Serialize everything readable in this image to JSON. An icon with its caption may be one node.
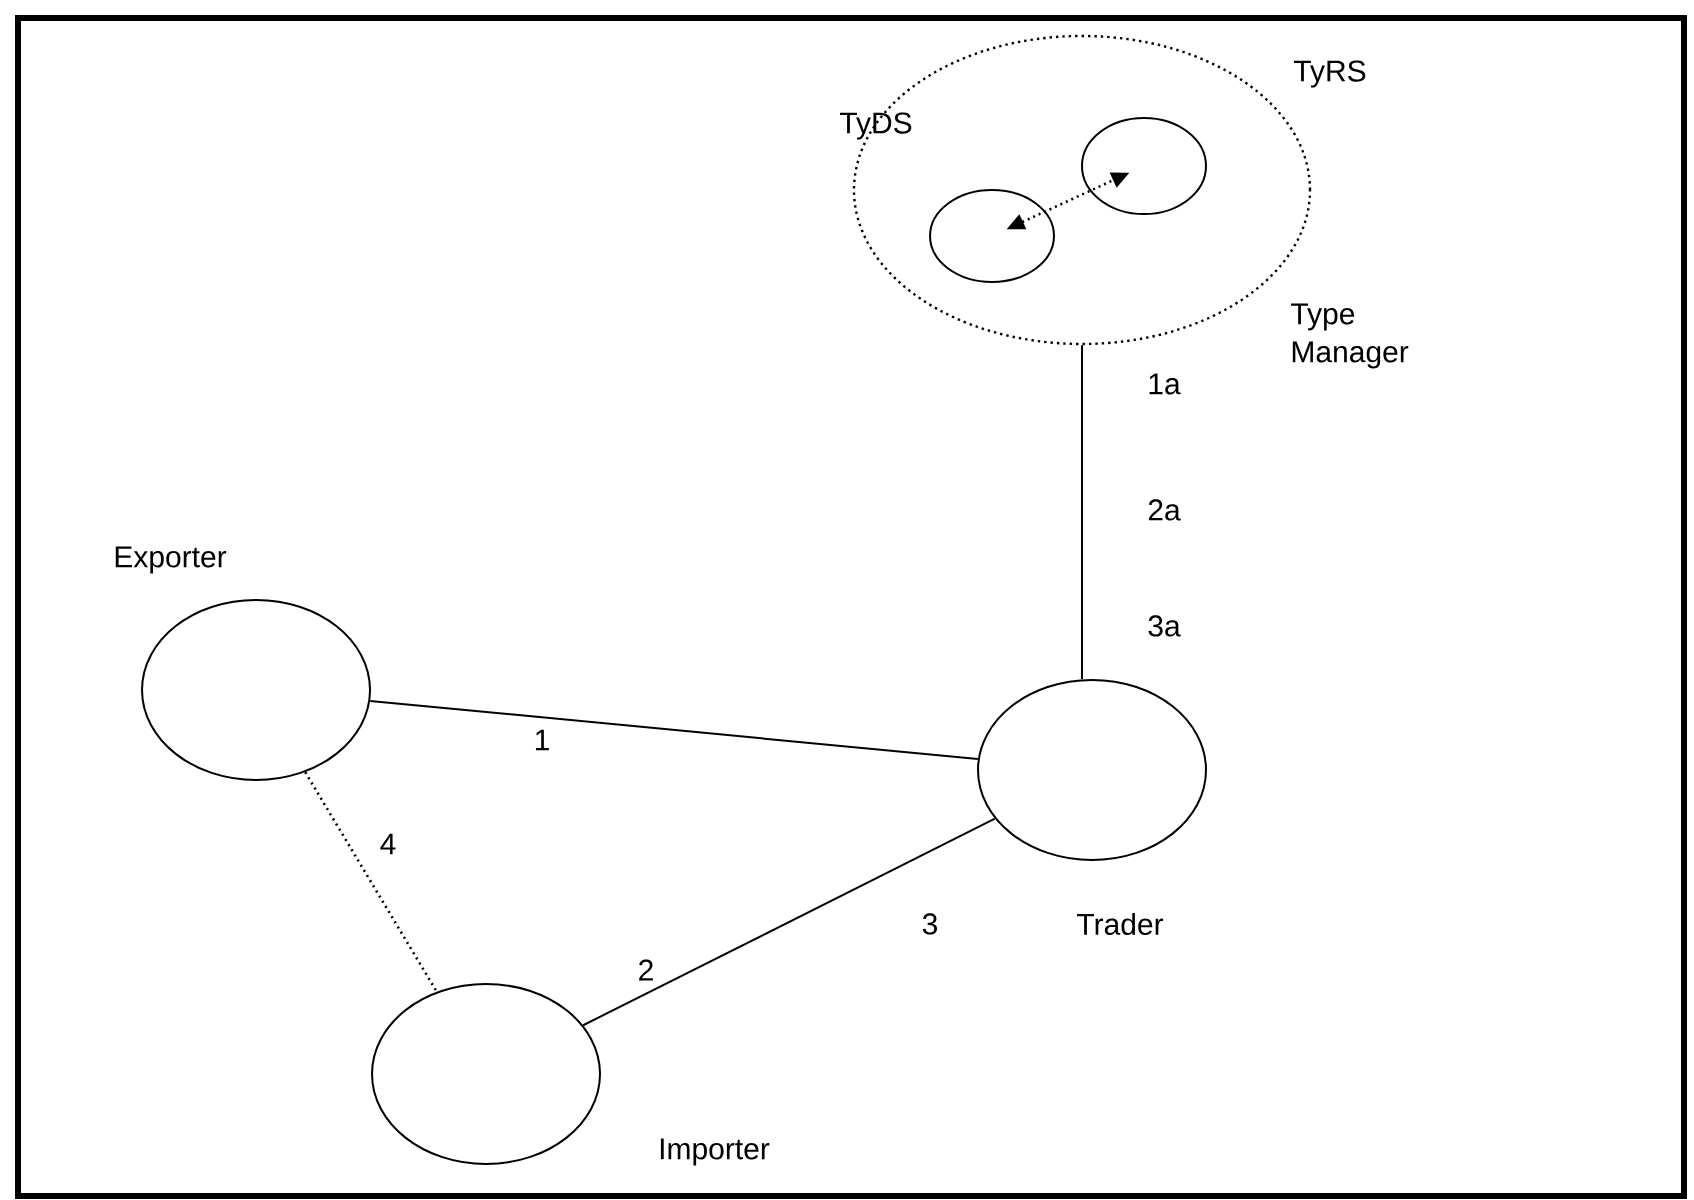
{
  "diagram": {
    "nodes": [
      {
        "text": [
          "Type Manager"
        ]
      },
      {
        "text": [
          "TyDS"
        ],
        "in": 0
      },
      {
        "text": [
          "TyRS"
        ],
        "in": 0
      },
      {
        "text": [
          "Exporter"
        ]
      },
      {
        "text": [
          "Trader"
        ]
      },
      {
        "text": [
          "Importer"
        ]
      }
    ],
    "edges": [
      {
        "from": 1,
        "to": 2,
        "arrow": "both",
        "style": "dashed"
      },
      {
        "from": 0,
        "to": 4,
        "arrow": "none"
      },
      {
        "from": 3,
        "to": 4,
        "arrow": "none",
        "label": "1"
      },
      {
        "from": 5,
        "to": 4,
        "arrow": "none"
      },
      {
        "from": 3,
        "to": 5,
        "arrow": "none",
        "label": "4",
        "style": "dashed"
      }
    ],
    "labels": [
      "1a",
      "2a",
      "3a",
      "2",
      "3"
    ]
  }
}
